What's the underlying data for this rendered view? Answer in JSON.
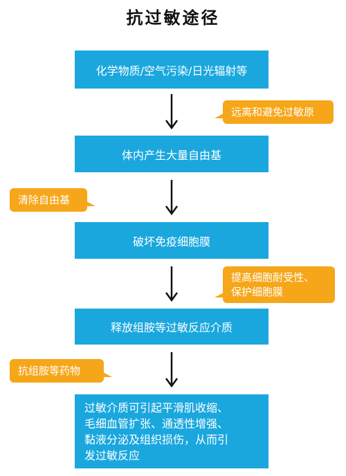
{
  "title": "抗过敏途径",
  "steps": [
    "化学物质/空气污染/日光辐射等",
    "体内产生大量自由基",
    "破坏免疫细胞膜",
    "释放组胺等过敏反应介质",
    [
      "过敏介质可引起平滑肌收缩、",
      "毛细血管扩张、通透性增强、",
      "黏液分泌及组织损伤，从而引",
      "发过敏反应"
    ]
  ],
  "notes": [
    [
      "远离和避免过敏原"
    ],
    [
      "清除自由基"
    ],
    [
      "提高细胞耐受性、",
      "保护细胞膜"
    ],
    [
      "抗组胺等药物"
    ]
  ],
  "colors": {
    "step_fill": "#1aa7de",
    "note_fill": "#f6a619",
    "arrow": "#111111"
  }
}
